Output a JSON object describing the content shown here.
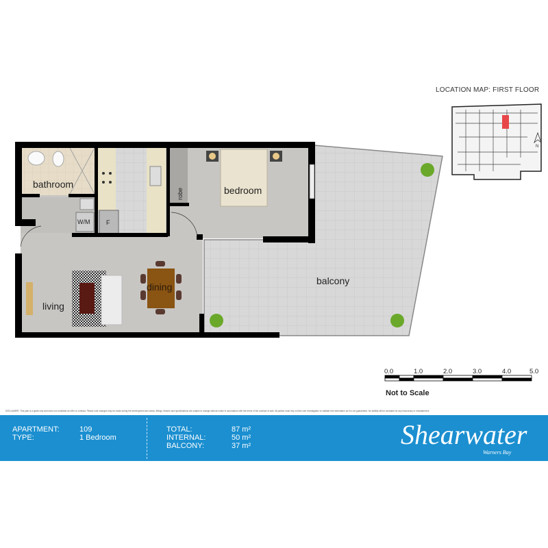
{
  "plan": {
    "rooms": {
      "bathroom": "bathroom",
      "bedroom": "bedroom",
      "robe": "robe",
      "living": "living",
      "dining": "dining",
      "balcony": "balcony",
      "washing_machine": "W/M",
      "fridge": "F"
    },
    "colors": {
      "wall": "#000000",
      "floor": "#c8c6c3",
      "balcony": "#d9d9d9",
      "wet_area": "#e6dcc8",
      "highlight": "#e8474a"
    }
  },
  "location_map": {
    "title": "LOCATION MAP:  FIRST FLOOR",
    "north_label": "N"
  },
  "scale": {
    "ticks": [
      "0.0",
      "1.0",
      "2.0",
      "3.0",
      "4.0",
      "5.0"
    ],
    "note": "Not to Scale"
  },
  "disclaimer": "DISCLAIMER: This plan is a guide only and does not constitute an offer or contract. Please note changes may be made during the development and areas, fittings, fixtures and specifications are subject to change without notice in accordance with the terms of the contract of sale. All parties must rely on their own investigation to validate this information as it is not guaranteed. No liability will be accepted for any inaccuracy or misstatement.",
  "details": {
    "apartment_label": "APARTMENT:",
    "apartment_value": "109",
    "type_label": "TYPE:",
    "type_value": "1 Bedroom",
    "total_label": "TOTAL:",
    "total_value": "87 m²",
    "internal_label": "INTERNAL:",
    "internal_value": "50 m²",
    "balcony_label": "BALCONY:",
    "balcony_value": "37 m²"
  },
  "brand": {
    "name": "Shearwater",
    "location": "Warners Bay",
    "band_color": "#1b8fd0"
  }
}
